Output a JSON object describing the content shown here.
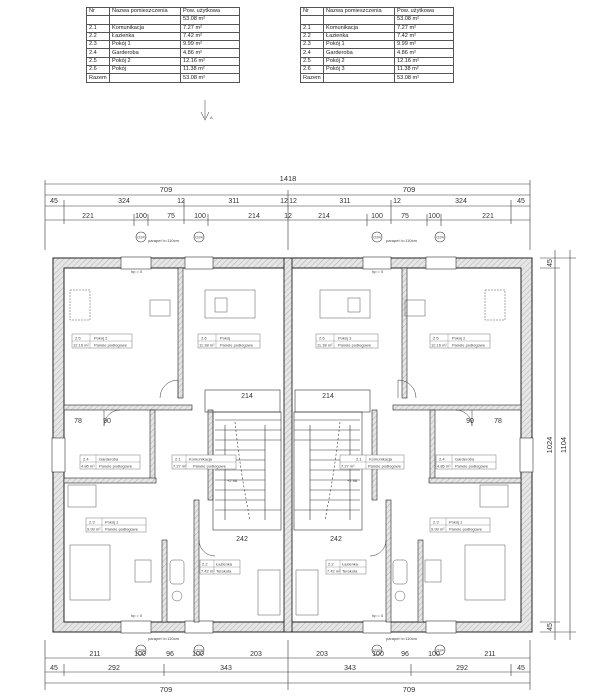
{
  "table_left": {
    "header": [
      "Nr",
      "Nazwa pomieszczenia",
      "Pow. użytkowa"
    ],
    "rows": [
      [
        "",
        "",
        "53.08 m²"
      ],
      [
        "2.1",
        "Komunikacja",
        "7.27 m²"
      ],
      [
        "2.2",
        "Łazienka",
        "7.42 m²"
      ],
      [
        "2.3",
        "Pokój 1",
        "9.99 m²"
      ],
      [
        "2.4",
        "Garderoba",
        "4.86 m²"
      ],
      [
        "2.5",
        "Pokój 2",
        "12.16 m²"
      ],
      [
        "2.6",
        "Pokój",
        "11.38 m²"
      ]
    ],
    "total": [
      "Razem",
      "",
      "53.08 m²"
    ]
  },
  "table_right": {
    "header": [
      "Nr",
      "Nazwa pomieszczenia",
      "Pow. użytkowa"
    ],
    "rows": [
      [
        "",
        "",
        "53.08 m²"
      ],
      [
        "2.1",
        "Komunikacja",
        "7.27 m²"
      ],
      [
        "2.2",
        "Łazienka",
        "7.42 m²"
      ],
      [
        "2.3",
        "Pokój 1",
        "9.99 m²"
      ],
      [
        "2.4",
        "Garderoba",
        "4.86 m²"
      ],
      [
        "2.5",
        "Pokój 2",
        "12.16 m²"
      ],
      [
        "2.6",
        "Pokój 3",
        "11.38 m²"
      ]
    ],
    "total": [
      "Razem",
      "",
      "53.08 m²"
    ]
  },
  "dims": {
    "total": "1418",
    "half_left": "709",
    "half_right": "709",
    "top_row1": [
      "45",
      "324",
      "12",
      "311",
      "12",
      "12",
      "311",
      "12",
      "324",
      "45"
    ],
    "top_row2": [
      "221",
      "100",
      "75",
      "100",
      "214",
      "12",
      "214",
      "100",
      "75",
      "100",
      "221"
    ],
    "bottom_row1": [
      "211",
      "100",
      "96",
      "100",
      "203",
      "203",
      "100",
      "96",
      "100",
      "211"
    ],
    "bottom_row2": [
      "45",
      "292",
      "343",
      "343",
      "292",
      "45"
    ],
    "bottom_half_left": "709",
    "bottom_half_right": "709",
    "right_total": "1104",
    "right_inner": "1024",
    "right_top": "45",
    "right_bottom": "45"
  },
  "rooms": {
    "r25_left_no": "2.5",
    "r25_left_name": "Pokój 2",
    "r25_left_area": "12.16 m²",
    "r25_left_floor": "Panele podłogowe",
    "r26_left_no": "2.6",
    "r26_left_name": "Pokój",
    "r26_left_area": "11.38 m²",
    "r26_left_floor": "Panele podłogowe",
    "r26_right_no": "2.6",
    "r26_right_name": "Pokój 3",
    "r26_right_area": "11.38 m²",
    "r26_right_floor": "Panele podłogowe",
    "r25_right_no": "2.5",
    "r25_right_name": "Pokój 2",
    "r25_right_area": "12.16 m²",
    "r25_right_floor": "Panele podłogowe",
    "r24_left_no": "2.4",
    "r24_left_name": "Garderoba",
    "r24_left_area": "4.86 m²",
    "r24_left_floor": "Panele podłogowe",
    "r21_left_no": "2.1",
    "r21_left_name": "Komunikacja",
    "r21_left_area": "7.27 m²",
    "r21_left_floor": "Panele podłogowe",
    "r21_right_no": "2.1",
    "r21_right_name": "Komunikacja",
    "r21_right_area": "7.27 m²",
    "r21_right_floor": "Panele podłogowe",
    "r24_right_no": "2.4",
    "r24_right_name": "Garderoba",
    "r24_right_area": "4.86 m²",
    "r24_right_floor": "Panele podłogowe",
    "r23_left_no": "2.3",
    "r23_left_name": "Pokój 1",
    "r23_left_area": "9.99 m²",
    "r23_left_floor": "Panele podłogowe",
    "r22_left_no": "2.2",
    "r22_left_name": "Łazienka",
    "r22_left_area": "7.42 m²",
    "r22_left_floor": "Terakota",
    "r22_right_no": "2.2",
    "r22_right_name": "Łazienka",
    "r22_right_area": "7.42 m²",
    "r22_right_floor": "Terakota",
    "r23_right_no": "2.3",
    "r23_right_name": "Pokój 1",
    "r23_right_area": "9.99 m²",
    "r23_right_floor": "Panele podłogowe"
  },
  "inner_dims": {
    "stair_left": "214",
    "stair_right": "214",
    "hall_left": "90",
    "hall_right": "90",
    "wall_left": "78",
    "wall_right": "78",
    "bath_left": "242",
    "bath_right": "242",
    "level_left": "+2.98",
    "level_right": "+2.98"
  },
  "window_tags": [
    "O24",
    "O24",
    "O24",
    "O24",
    "O24",
    "O24",
    "O24",
    "O24"
  ],
  "hp_label": "hp = 0",
  "parapet_label": "parapet h=110cm",
  "north_mark": "A"
}
